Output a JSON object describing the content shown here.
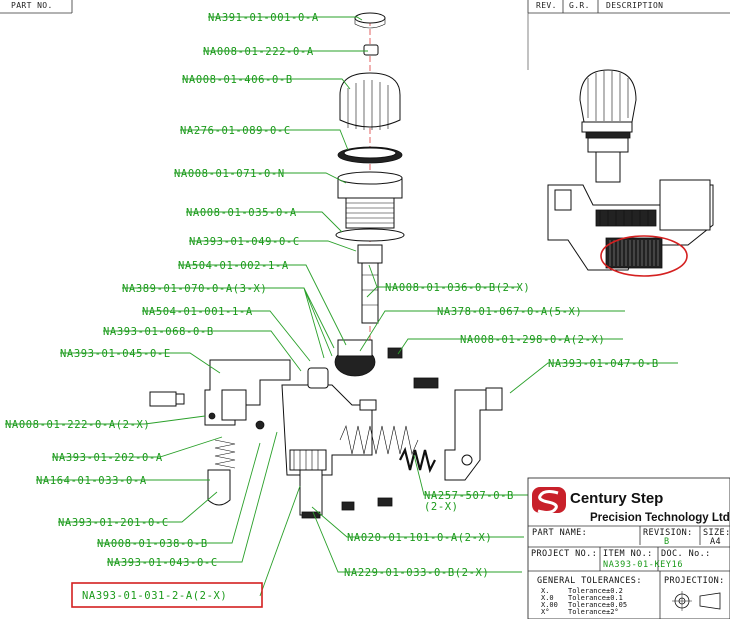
{
  "header": {
    "part_no_label": "PART NO.",
    "rev_label": "REV.",
    "gr_label": "G.R.",
    "description_label": "DESCRIPTION"
  },
  "callouts": [
    "NA391-01-001-0-A",
    "NA008-01-222-0-A",
    "NA008-01-406-0-B",
    "NA276-01-089-0-C",
    "NA008-01-071-0-N",
    "NA008-01-035-0-A",
    "NA393-01-049-0-C",
    "NA504-01-002-1-A",
    "NA389-01-070-0-A(3-X)",
    "NA504-01-001-1-A",
    "NA393-01-068-0-B",
    "NA393-01-045-0-E",
    "NA008-01-222-0-A(2-X)",
    "NA393-01-202-0-A",
    "NA164-01-033-0-A",
    "NA393-01-201-0-C",
    "NA008-01-038-0-B",
    "NA393-01-043-0-C",
    "NA008-01-036-0-B(2-X)",
    "NA378-01-067-0-A(5-X)",
    "NA008-01-298-0-A(2-X)",
    "NA393-01-047-0-B",
    "NA257-507-0-B",
    "(2-X)",
    "NA020-01-101-0-A(2-X)",
    "NA229-01-033-0-B(2-X)",
    "NA393-01-031-2-A(2-X)"
  ],
  "title_block": {
    "company_line1": "Century Step",
    "company_line2": "Precision Technology Ltd.",
    "part_name_label": "PART NAME:",
    "revision_label": "REVISION:",
    "revision_value": "B",
    "size_label": "SIZE:",
    "size_value": "A4",
    "project_no_label": "PROJECT NO.:",
    "item_no_label": "ITEM NO.:",
    "item_no_value": "NA393-01-KEY16",
    "doc_no_label": "DOC. No.:",
    "general_tolerances_label": "GENERAL TOLERANCES:",
    "projection_label": "PROJECTION:",
    "tolerances": [
      {
        "digits": "X.",
        "label": "Tolerance",
        "value": "±0.2"
      },
      {
        "digits": "X.0",
        "label": "Tolerance",
        "value": "±0.1"
      },
      {
        "digits": "X.00",
        "label": "Tolerance",
        "value": "±0.05"
      },
      {
        "digits": "X°",
        "label": "Tolerance",
        "value": "±2°"
      }
    ]
  },
  "colors": {
    "callout_green": "#1a9a1a",
    "highlight_red": "#d42020",
    "logo_red": "#c8202a"
  }
}
